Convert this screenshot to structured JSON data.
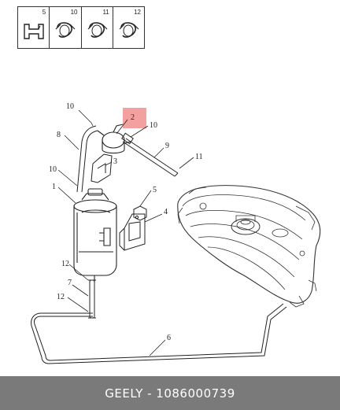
{
  "legend": {
    "cells": [
      {
        "num": "5",
        "icon": "square-clip-icon"
      },
      {
        "num": "10",
        "icon": "hose-clamp-icon"
      },
      {
        "num": "11",
        "icon": "hose-clamp-icon"
      },
      {
        "num": "12",
        "icon": "hose-clamp-icon"
      }
    ]
  },
  "callouts": {
    "c10a": "10",
    "c2": "2",
    "c10b": "10",
    "c8": "8",
    "c9": "9",
    "c3": "3",
    "c11": "11",
    "c10c": "10",
    "c1": "1",
    "c5": "5",
    "c4": "4",
    "c12a": "12",
    "c7": "7",
    "c12b": "12",
    "c6": "6"
  },
  "highlight_color": "#f2a0a0",
  "footer": {
    "label": "GEELY - 1086000739"
  }
}
